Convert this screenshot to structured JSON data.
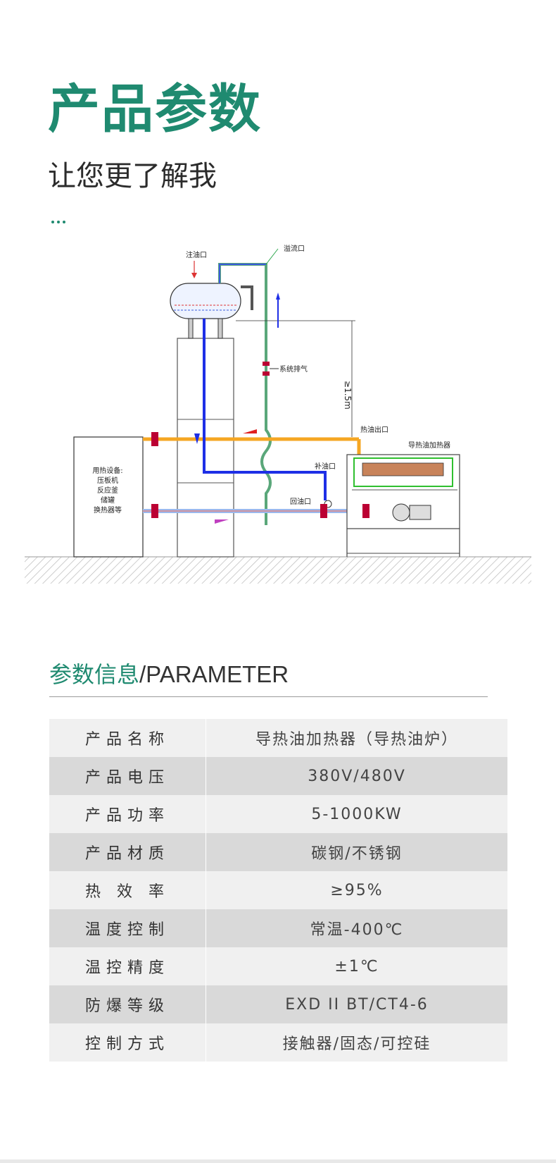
{
  "header": {
    "title": "产品参数",
    "subtitle": "让您更了解我"
  },
  "diagram": {
    "label_oil_inlet": "注油口",
    "label_overflow": "溢流口",
    "label_vent": "系统排气",
    "label_height": "≥1.5m",
    "label_hot_oil_out": "热油出口",
    "label_heater": "导热油加热器",
    "label_refill": "补油口",
    "label_return": "回油口",
    "equipment_lines": [
      "用热设备:",
      "压板机",
      "反应釜",
      "储罐",
      "换热器等"
    ]
  },
  "params": {
    "heading_cn": "参数信息",
    "heading_en": "/PARAMETER",
    "rows": [
      {
        "label": "产品名称",
        "value": "导热油加热器（导热油炉）"
      },
      {
        "label": "产品电压",
        "value": "380V/480V"
      },
      {
        "label": "产品功率",
        "value": "5-1000KW"
      },
      {
        "label": "产品材质",
        "value": "碳钢/不锈钢"
      },
      {
        "label": "热 效 率",
        "value": "≥95%"
      },
      {
        "label": "温度控制",
        "value": "常温-400℃"
      },
      {
        "label": "温控精度",
        "value": "±1℃"
      },
      {
        "label": "防爆等级",
        "value": "EXD II BT/CT4-6"
      },
      {
        "label": "控制方式",
        "value": "接触器/固态/可控硅"
      }
    ]
  },
  "colors": {
    "accent": "#1f8a70",
    "hot_pipe": "#f5a623",
    "return_pipe": "#5b8fd8",
    "supply_pipe": "#1e2fe6",
    "vent_pipe": "#5aa77a"
  }
}
